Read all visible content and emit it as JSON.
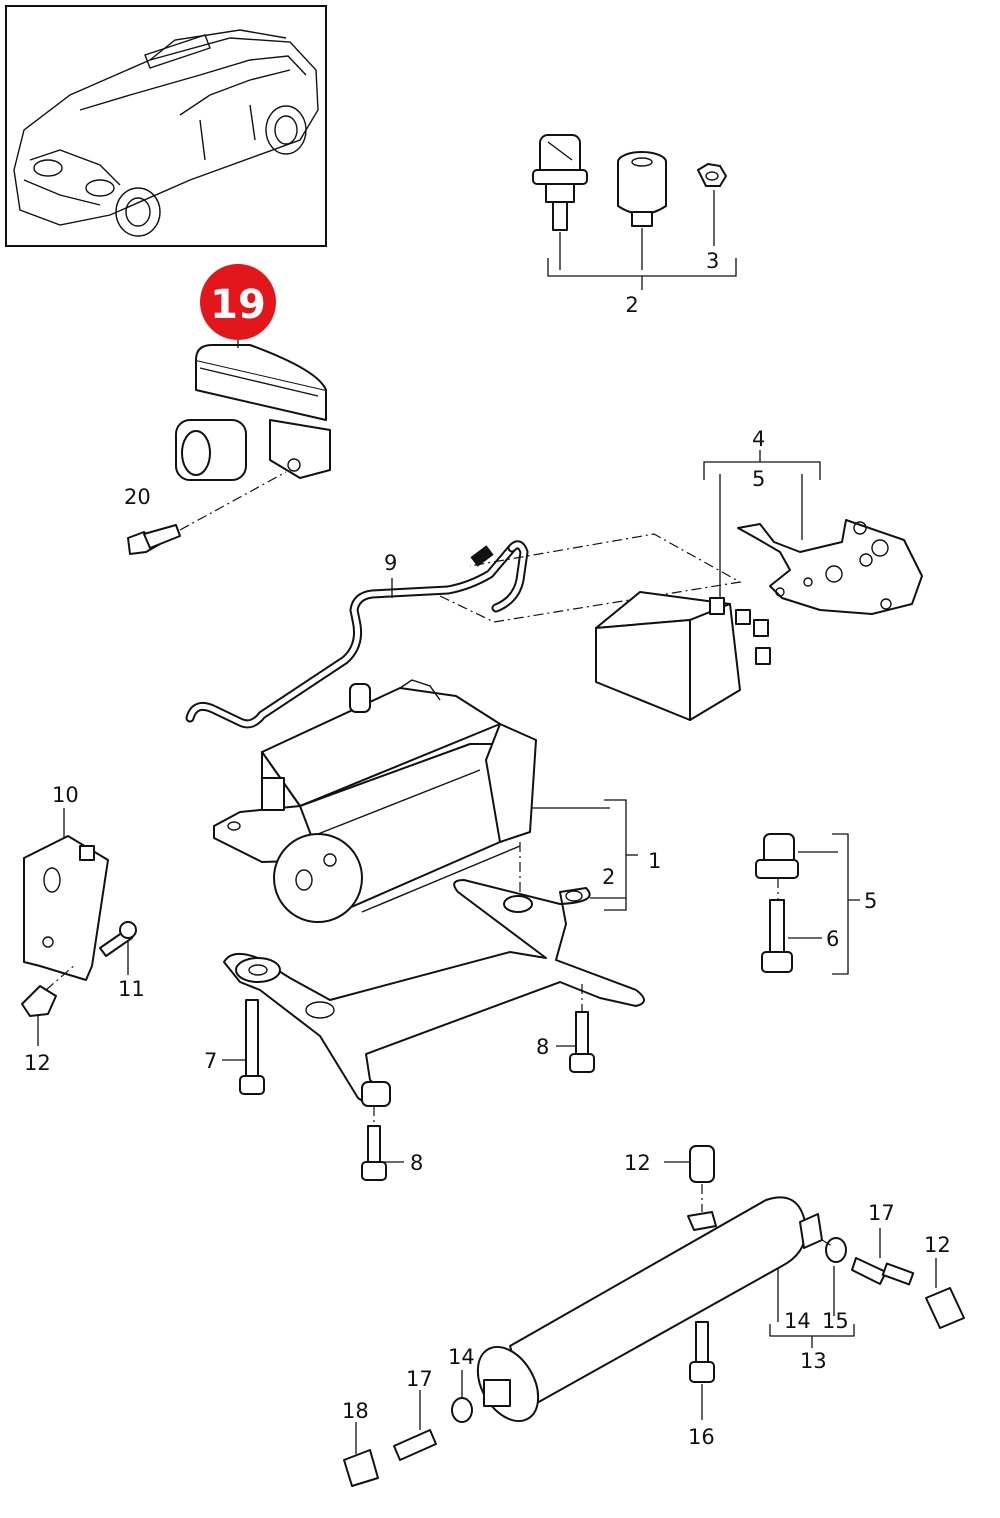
{
  "highlight": {
    "label": "19",
    "color": "#e3161c"
  },
  "callouts": [
    "1",
    "2",
    "2",
    "3",
    "4",
    "5",
    "5",
    "6",
    "7",
    "8",
    "8",
    "9",
    "10",
    "11",
    "12",
    "12",
    "12",
    "13",
    "14",
    "14",
    "15",
    "16",
    "17",
    "17",
    "18",
    "20"
  ]
}
